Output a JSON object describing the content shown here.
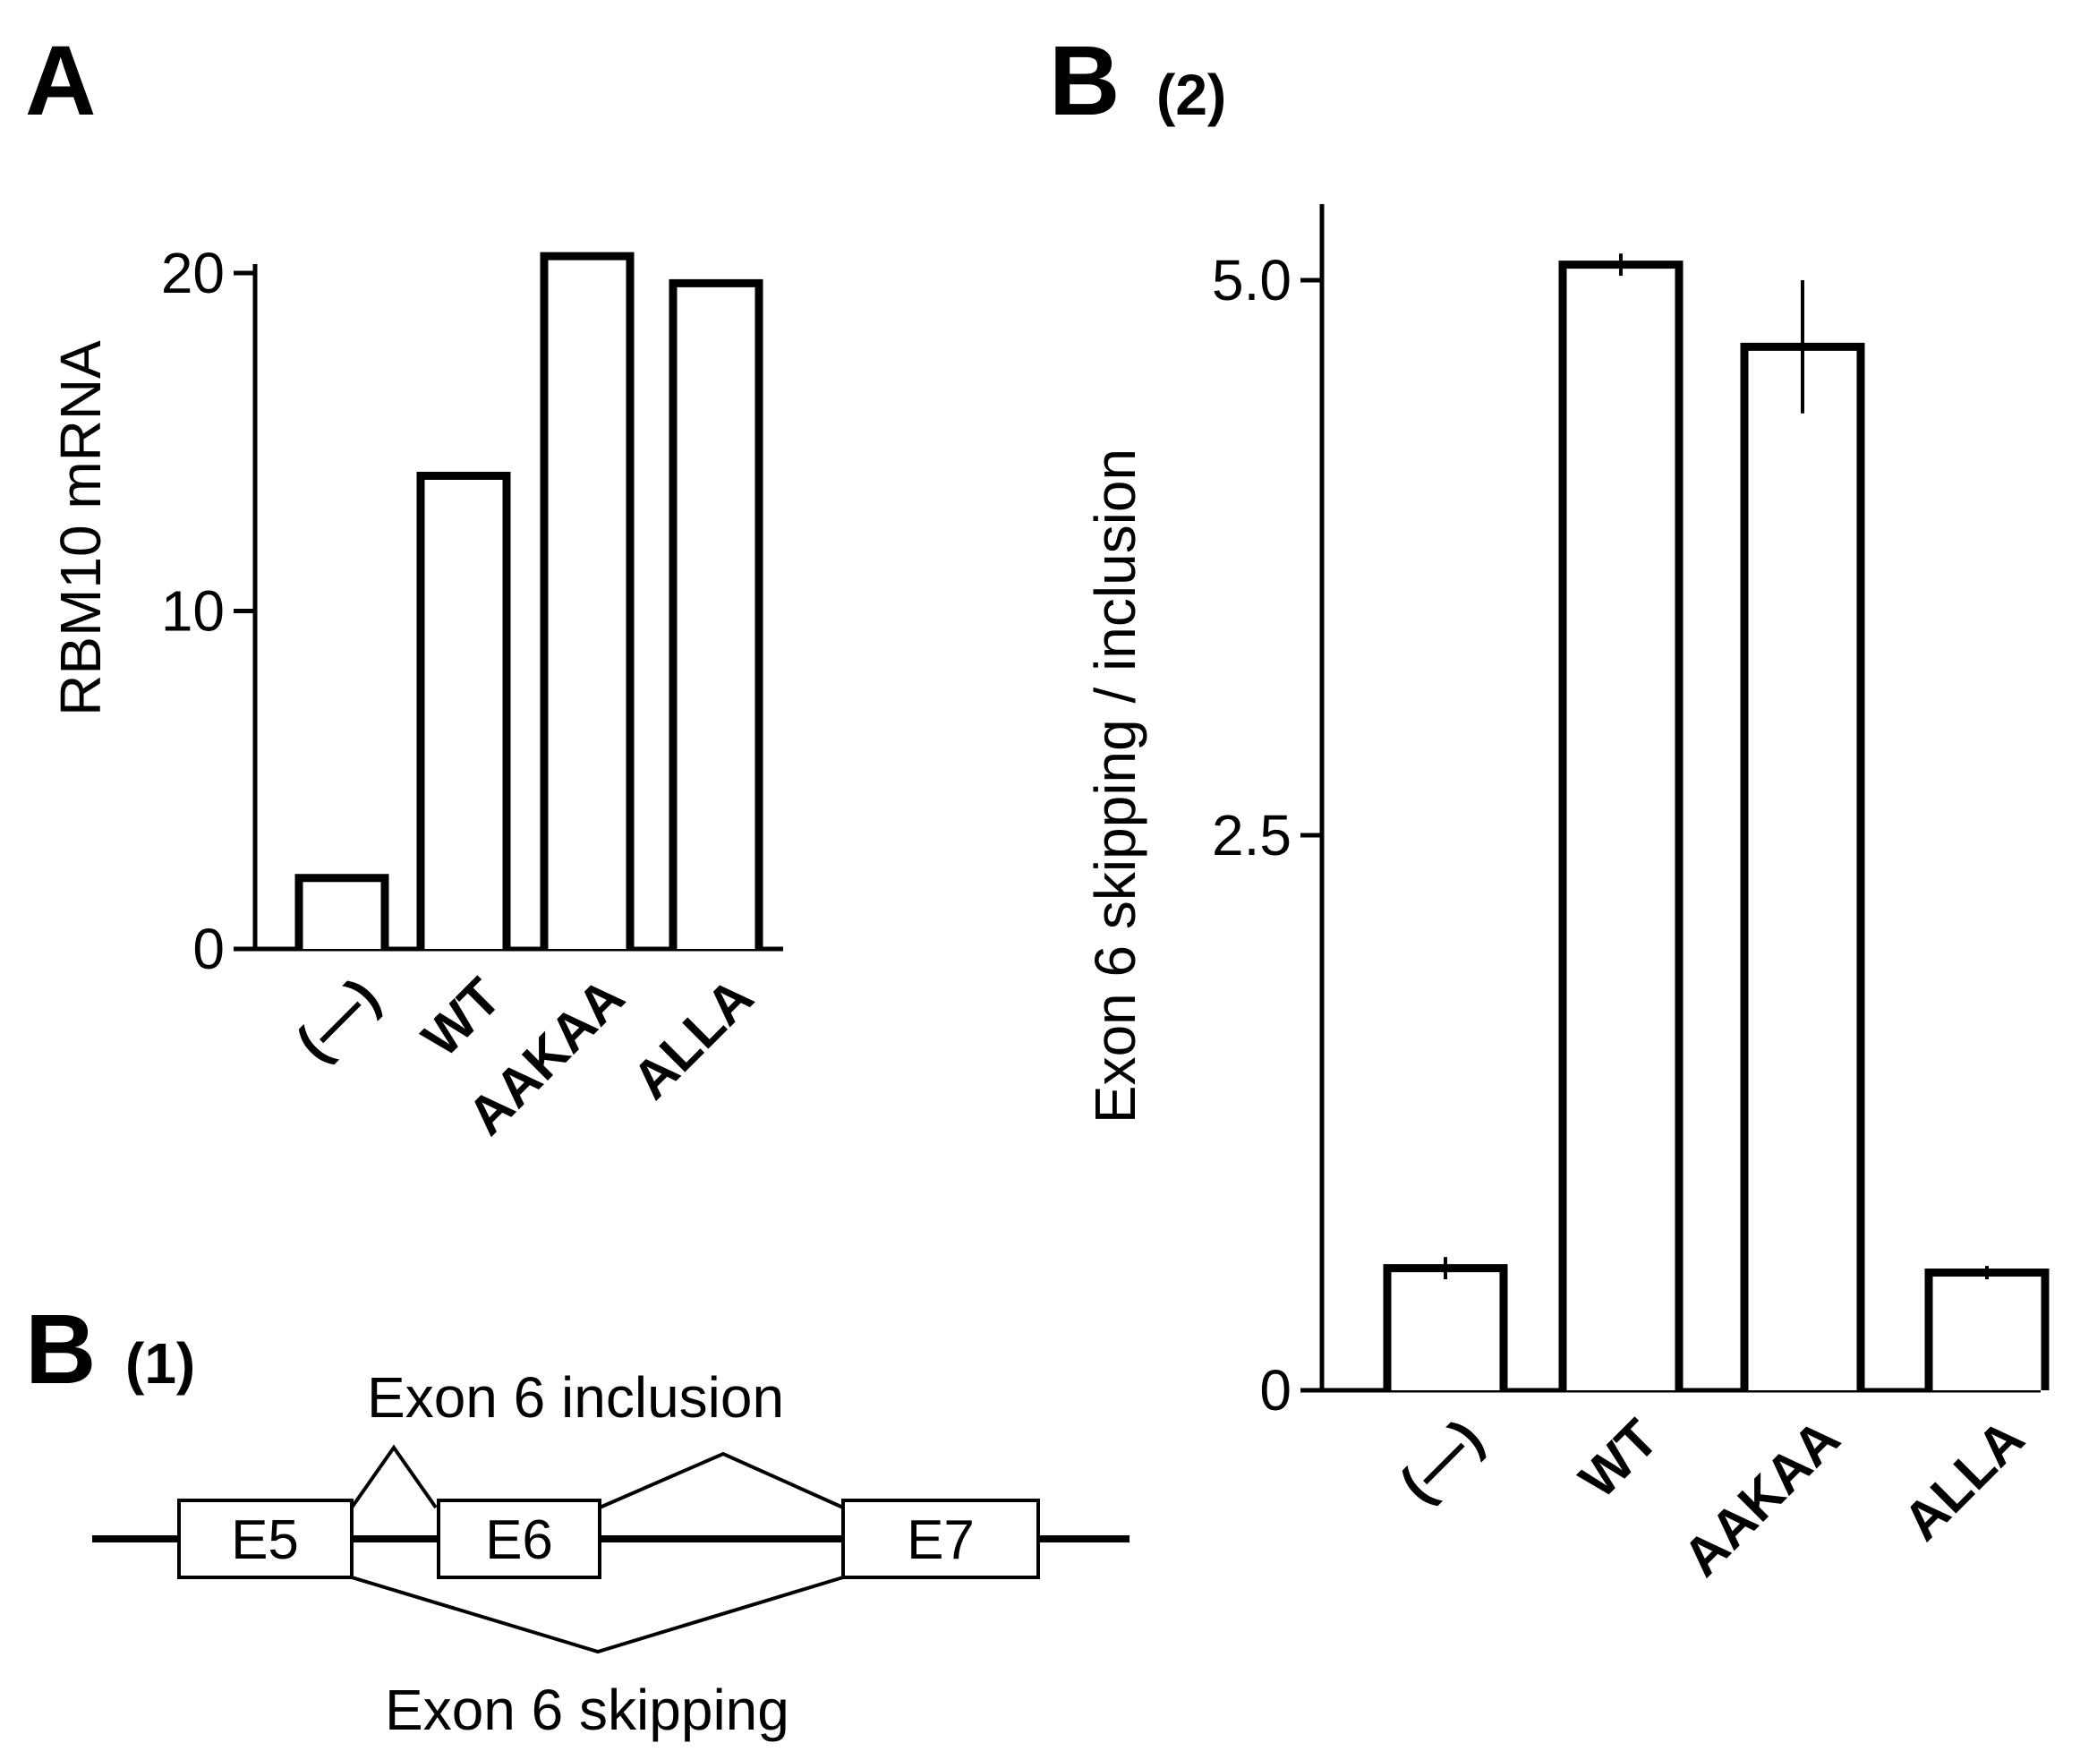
{
  "panels": {
    "a_letter": "A",
    "b2_letter": "B",
    "b2_sub": "(2)",
    "b1_letter": "B",
    "b1_sub": "(1)"
  },
  "chart_data": [
    {
      "type": "bar",
      "categories": [
        "(—)",
        "WT",
        "AAKAA",
        "ALLA"
      ],
      "values": [
        2.1,
        14,
        20.5,
        19.7
      ],
      "ylabel": "RBM10 mRNA",
      "yticks": [
        0,
        10,
        20
      ],
      "ytick_labels": [
        "0",
        "10",
        "20"
      ],
      "ylim": [
        0,
        20.5
      ],
      "grid": false
    },
    {
      "type": "bar",
      "categories": [
        "(—)",
        "WT",
        "AAKAA",
        "ALLA"
      ],
      "values": [
        0.55,
        5.07,
        4.7,
        0.53
      ],
      "errors": [
        0.05,
        0.05,
        0.3,
        0.03
      ],
      "ylabel": "Exon 6 skipping / inclusion",
      "yticks": [
        0,
        2.5,
        5.0
      ],
      "ytick_labels": [
        "0",
        "2.5",
        "5.0"
      ],
      "ylim": [
        0,
        5.3
      ],
      "grid": false
    }
  ],
  "diagram": {
    "inclusion_label": "Exon 6 inclusion",
    "skipping_label": "Exon 6 skipping",
    "exons": [
      "E5",
      "E6",
      "E7"
    ]
  }
}
